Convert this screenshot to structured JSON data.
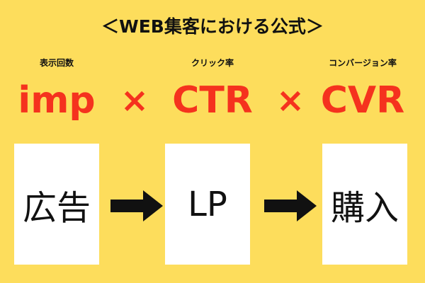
{
  "title": "＜WEB集客における公式＞",
  "formula": {
    "terms": [
      {
        "caption": "表示回数",
        "value": "imp"
      },
      {
        "caption": "クリック率",
        "value": "CTR"
      },
      {
        "caption": "コンバージョン率",
        "value": "CVR"
      }
    ],
    "operator": "×"
  },
  "flow": {
    "steps": [
      "広告",
      "LP",
      "購入"
    ]
  },
  "colors": {
    "background": "#fddd5c",
    "accent": "#f5321e",
    "box": "#ffffff",
    "text": "#111111"
  },
  "icons": {
    "arrow": "right-arrow-icon"
  }
}
